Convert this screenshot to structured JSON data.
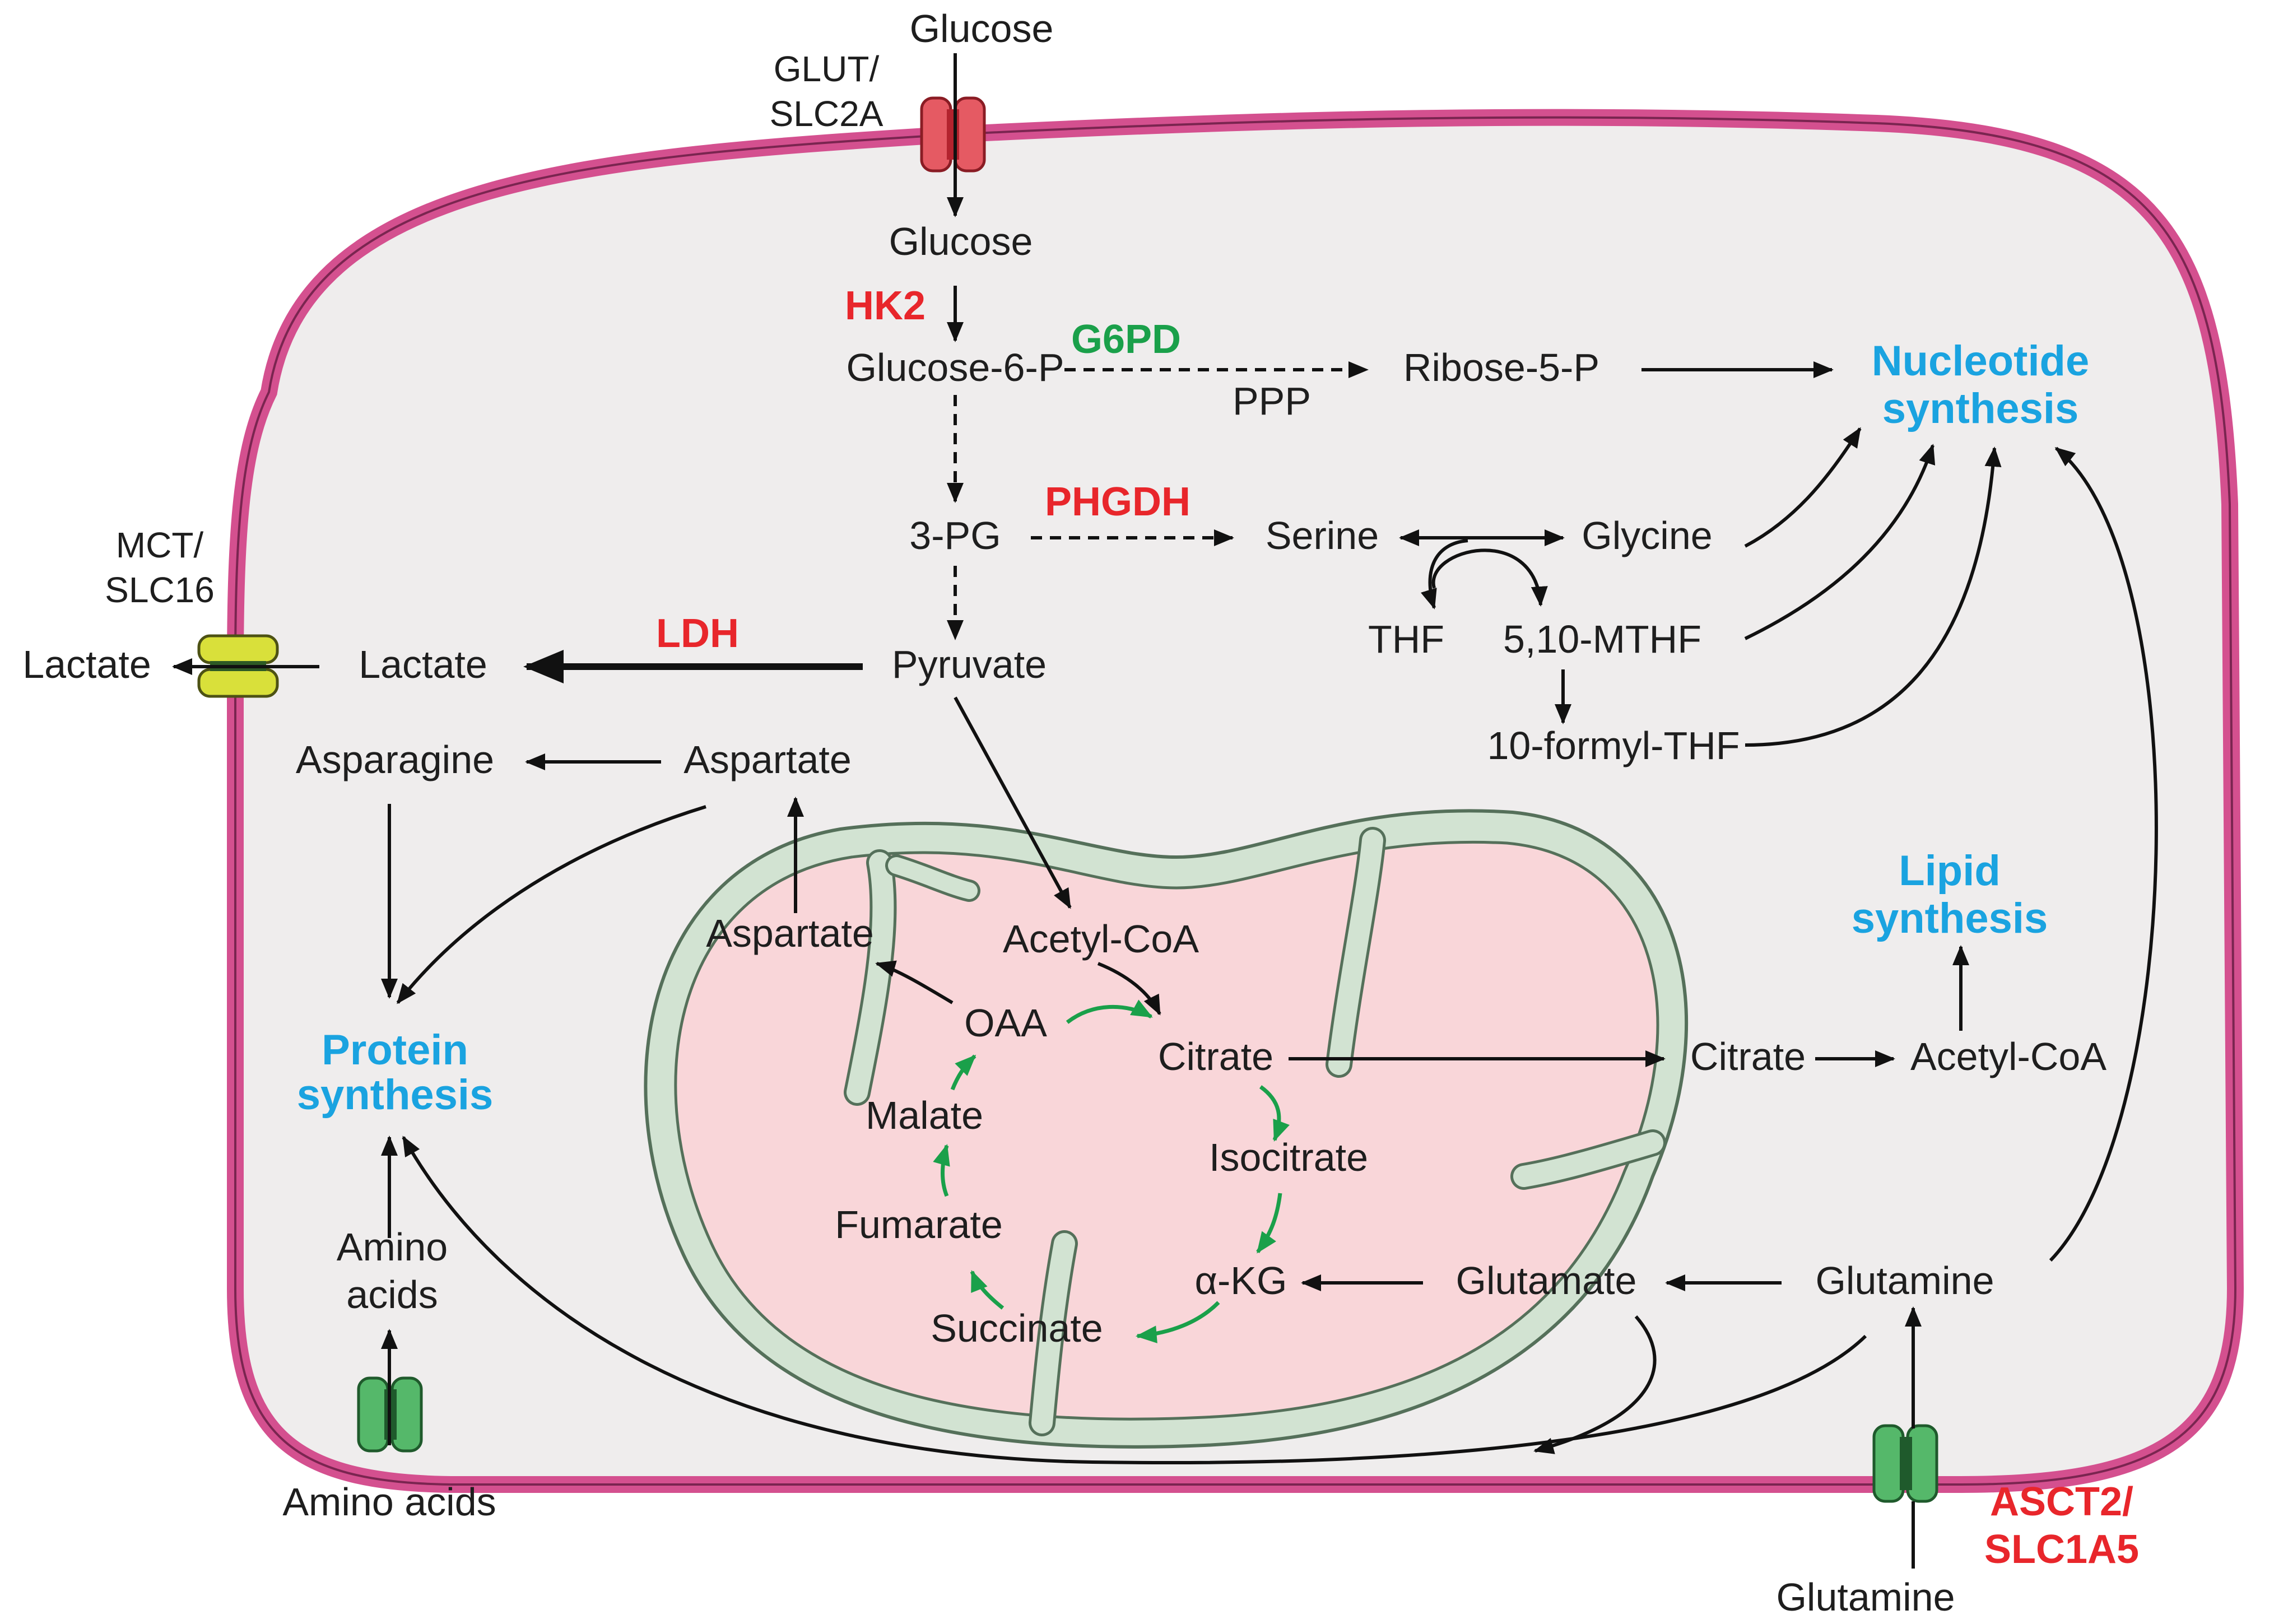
{
  "colors": {
    "enzyme_red": "#e8262b",
    "enzyme_green": "#1aa04a",
    "output_blue": "#1aa3e0",
    "membrane": "#d4508f",
    "cytoplasm": "#efeded",
    "mito_matrix": "#f9d6d9",
    "mito_membrane": "#d2e3d2"
  },
  "icons": [
    "glut-transporter-icon",
    "mct-transporter-icon",
    "amino-acid-transporter-icon",
    "asct2-transporter-icon"
  ],
  "transporters": {
    "glut": "GLUT/ SLC2A",
    "mct": "MCT/ SLC16",
    "asct2": "ASCT2/ SLC1A5"
  },
  "extracellular": {
    "glucose": "Glucose",
    "lactate": "Lactate",
    "amino_acids": "Amino acids",
    "glutamine": "Glutamine"
  },
  "cytosol": {
    "glucose": "Glucose",
    "g6p": "Glucose-6-P",
    "ribose5p": "Ribose-5-P",
    "ppp": "PPP",
    "pg3": "3-PG",
    "serine": "Serine",
    "glycine": "Glycine",
    "thf": "THF",
    "mthf": "5,10-MTHF",
    "formyl_thf": "10-formyl-THF",
    "pyruvate": "Pyruvate",
    "lactate": "Lactate",
    "asparagine": "Asparagine",
    "aspartate": "Aspartate",
    "amino_acids": "Amino acids",
    "citrate": "Citrate",
    "acetyl_coa": "Acetyl-CoA",
    "glutamine": "Glutamine",
    "glutamate": "Glutamate"
  },
  "mitochondria": {
    "aspartate": "Aspartate",
    "acetyl_coa": "Acetyl-CoA",
    "oaa": "OAA",
    "citrate": "Citrate",
    "isocitrate": "Isocitrate",
    "akg": "α-KG",
    "succinate": "Succinate",
    "fumarate": "Fumarate",
    "malate": "Malate"
  },
  "enzymes": {
    "hk2": "HK2",
    "g6pd": "G6PD",
    "phgdh": "PHGDH",
    "ldh": "LDH"
  },
  "outputs": {
    "nucleotide": "Nucleotide synthesis",
    "protein": "Protein synthesis",
    "lipid": "Lipid synthesis"
  }
}
